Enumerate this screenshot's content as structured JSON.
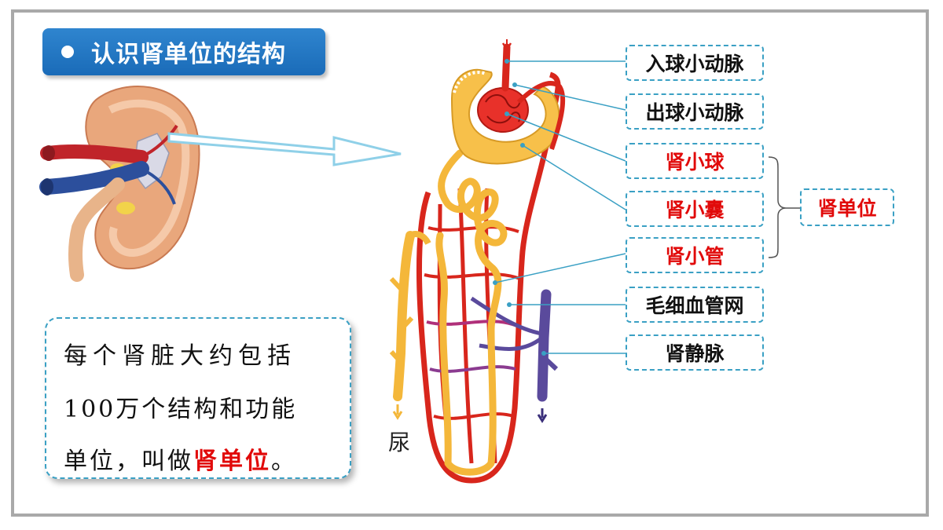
{
  "title": "认识肾单位的结构",
  "description": {
    "line1": "每个肾脏大约包括",
    "line2": "100万个结构和功能",
    "line3_prefix": "单位，叫做",
    "line3_highlight": "肾单位",
    "line3_suffix": "。"
  },
  "labels": {
    "afferent_arteriole": "入球小动脉",
    "efferent_arteriole": "出球小动脉",
    "glomerulus": "肾小球",
    "capsule": "肾小囊",
    "tubule": "肾小管",
    "capillary_network": "毛细血管网",
    "renal_vein": "肾静脉",
    "nephron": "肾单位"
  },
  "urine_label": "尿",
  "colors": {
    "title_blue": "#1a6bb8",
    "highlight_red": "#e10a0a",
    "border_teal": "#3aa0c4",
    "artery_red": "#d8261c",
    "tubule_yellow": "#f4b73a",
    "vein_purple": "#5a4a9c"
  }
}
